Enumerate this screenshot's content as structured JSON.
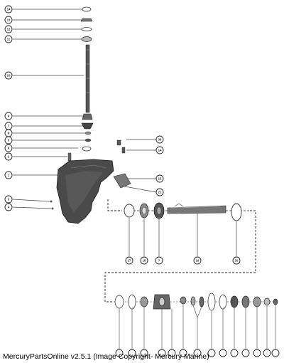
{
  "callouts": {
    "c14a": "14",
    "c13": "13",
    "c12": "12",
    "c11": "11",
    "c10": "10",
    "c9": "9",
    "c7": "7",
    "c8": "8",
    "c5": "5",
    "c6": "6",
    "c2": "2",
    "c1": "1",
    "c3": "3",
    "c4": "4",
    "c36": "36",
    "c14b": "14",
    "c15": "15",
    "c21": "21",
    "c17": "17",
    "c16": "16",
    "c7b": "7",
    "c19": "19",
    "c20": "20"
  },
  "caption": "MercuryPartsOnline v2.5.1 (Image Copyright- Mercury Marine)"
}
